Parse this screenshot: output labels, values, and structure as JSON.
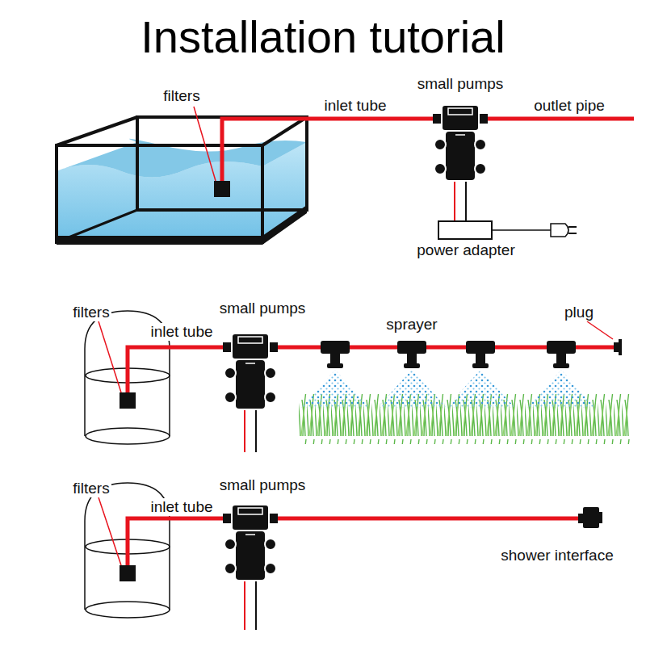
{
  "diagram": {
    "title": "Installation tutorial",
    "labels": [
      "filters",
      "inlet tube",
      "small pumps",
      "outlet pipe",
      "power adapter",
      "filters",
      "inlet tube",
      "small pumps",
      "sprayer",
      "plug",
      "filters",
      "inlet tube",
      "small pumps",
      "shower interface"
    ]
  }
}
